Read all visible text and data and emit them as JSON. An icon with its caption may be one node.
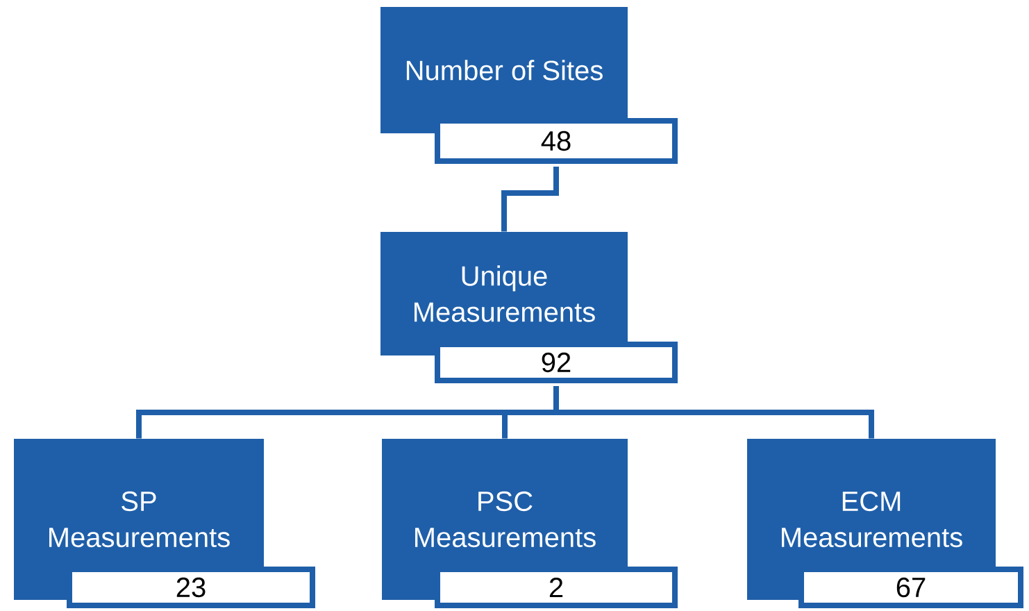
{
  "diagram": {
    "nodes": [
      {
        "text": [
          "Number of Sites"
        ]
      },
      {
        "text": [
          "48"
        ]
      },
      {
        "text": [
          "Unique Measurements"
        ]
      },
      {
        "text": [
          "92"
        ]
      },
      {
        "text": [
          "SP Measurements"
        ]
      },
      {
        "text": [
          "23"
        ]
      },
      {
        "text": [
          "PSC Measurements"
        ]
      },
      {
        "text": [
          "2"
        ]
      },
      {
        "text": [
          "ECM Measurements"
        ]
      },
      {
        "text": [
          "67"
        ]
      }
    ],
    "edges": [
      {
        "from": 1,
        "to": 2,
        "arrow": "none"
      },
      {
        "from": 3,
        "to": 4,
        "arrow": "none"
      },
      {
        "from": 3,
        "to": 6,
        "arrow": "none"
      },
      {
        "from": 3,
        "to": 8,
        "arrow": "none"
      }
    ]
  }
}
